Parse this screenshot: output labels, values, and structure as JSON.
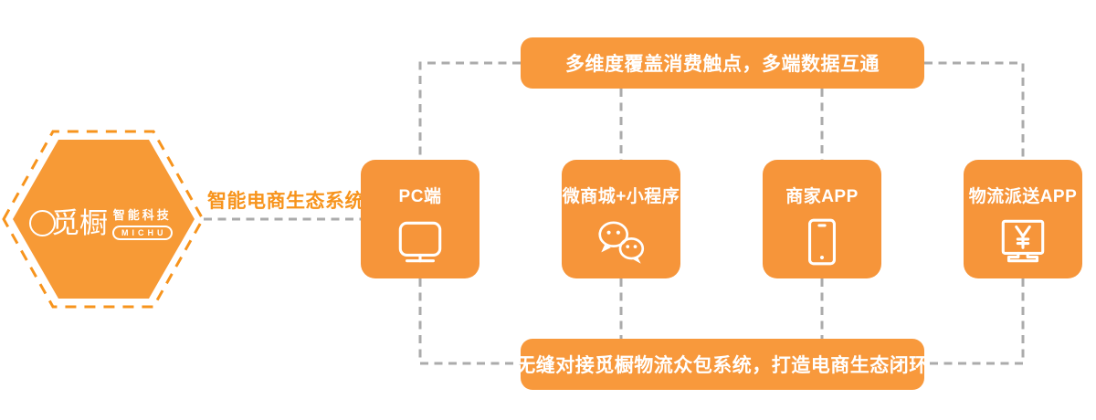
{
  "colors": {
    "orange_fill": "#F6953A",
    "orange_banner": "#F8993C",
    "orange_hexagon": "#F79A36",
    "orange_deep": "#F7941D",
    "dash_gray": "#ABABAB",
    "white": "#FFFFFF",
    "background": "#FFFFFF"
  },
  "logo": {
    "icon": "michu-logo-circle-icon",
    "brand": "觅橱",
    "subtitle": "智能科技",
    "acronym": "MICHU"
  },
  "headline": {
    "label": "智能电商生态系统"
  },
  "banners": {
    "top": {
      "label": "多维度覆盖消费触点，多端数据互通"
    },
    "bottom": {
      "label": "无缝对接觅橱物流众包系统，打造电商生态闭环"
    }
  },
  "nodes": [
    {
      "label": "PC端",
      "icon": "desktop-monitor-icon"
    },
    {
      "label": "微商城+小程序",
      "icon": "wechat-bubbles-icon"
    },
    {
      "label": "商家APP",
      "icon": "tablet-icon"
    },
    {
      "label": "物流派送APP",
      "icon": "yuan-monitor-icon"
    }
  ]
}
